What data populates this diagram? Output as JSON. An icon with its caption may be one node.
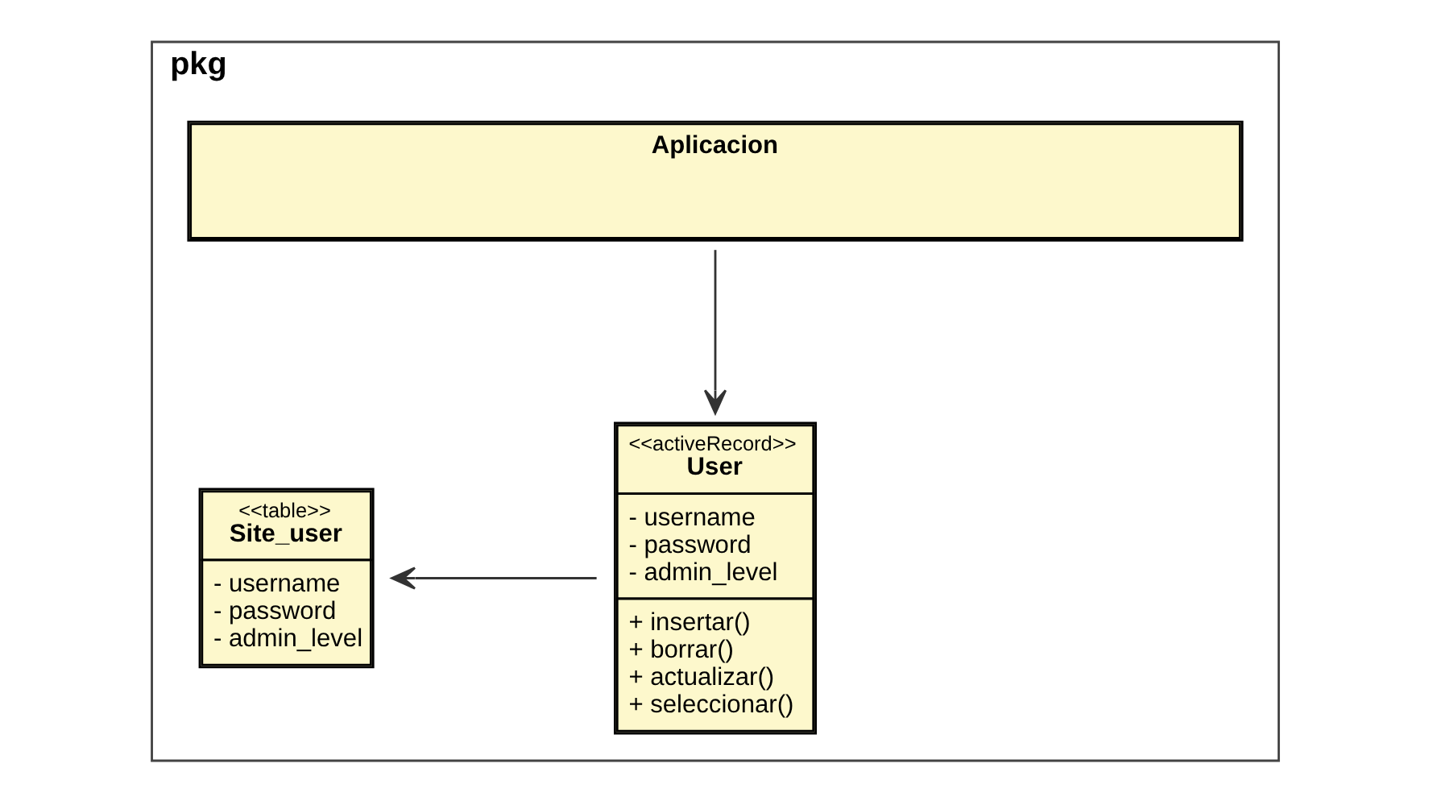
{
  "diagram": {
    "nodes": [
      {
        "text": [
          "pkg"
        ]
      },
      {
        "text": [
          "Aplicacion"
        ],
        "in": 0
      },
      {
        "text": [
          "<<activeRecord>>",
          "User",
          "- username",
          "- password",
          "- admin_level",
          "+ insertar()",
          "+ borrar()",
          "+ actualizar()",
          "+ seleccionar()"
        ],
        "in": 0
      },
      {
        "text": [
          "<<table>>",
          "Site_user",
          "- username",
          "- password",
          "- admin_level"
        ],
        "in": 0
      }
    ],
    "edges": [
      {
        "from": 1,
        "to": 2,
        "arrow": "to"
      },
      {
        "from": 2,
        "to": 3,
        "arrow": "to"
      }
    ]
  }
}
